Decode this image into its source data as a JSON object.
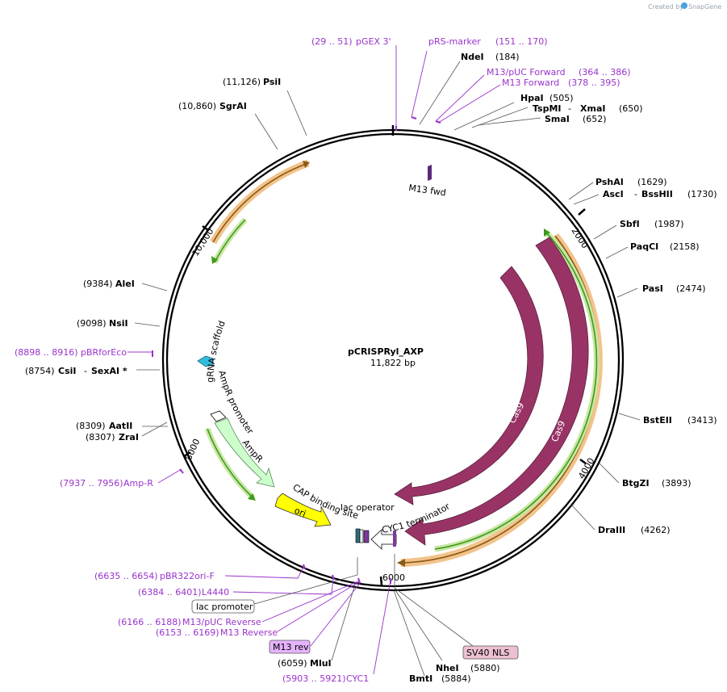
{
  "credit": {
    "prefix": "Created by",
    "brand": "SnapGene"
  },
  "plasmid": {
    "name": "pCRISPRyl_AXP",
    "size": "11,822 bp"
  },
  "ticks": [
    "10,000",
    "2000",
    "4000",
    "6000",
    "8000"
  ],
  "sites": [
    {
      "name": "NdeI",
      "pos": "(184)"
    },
    {
      "name": "HpaI",
      "pos": "(505)"
    },
    {
      "name": "TspMI",
      "name2": "XmaI",
      "pos": "(650)"
    },
    {
      "name": "SmaI",
      "pos": "(652)"
    },
    {
      "name": "PshAI",
      "pos": "(1629)"
    },
    {
      "name": "AscI",
      "name2": "BssHII",
      "pos": "(1730)"
    },
    {
      "name": "SbfI",
      "pos": "(1987)"
    },
    {
      "name": "PaqCI",
      "pos": "(2158)"
    },
    {
      "name": "PasI",
      "pos": "(2474)"
    },
    {
      "name": "BstEII",
      "pos": "(3413)"
    },
    {
      "name": "BtgZI",
      "pos": "(3893)"
    },
    {
      "name": "DraIII",
      "pos": "(4262)"
    },
    {
      "name": "NheI",
      "pos": "(5880)"
    },
    {
      "name": "BmtI",
      "pos": "(5884)"
    },
    {
      "name": "MluI",
      "pos": "(6059)"
    },
    {
      "name": "ZraI",
      "pos": "(8307)"
    },
    {
      "name": "AatII",
      "pos": "(8309)"
    },
    {
      "name": "CsiI",
      "name2": "SexAI *",
      "pos": "(8754)"
    },
    {
      "name": "NsiI",
      "pos": "(9098)"
    },
    {
      "name": "AleI",
      "pos": "(9384)"
    },
    {
      "name": "SgrAI",
      "pos": "(10,860)"
    },
    {
      "name": "PsiI",
      "pos": "(11,126)"
    }
  ],
  "primers": [
    {
      "range": "(29 .. 51)",
      "name": "pGEX 3'"
    },
    {
      "name": "pRS-marker",
      "range": "(151 .. 170)"
    },
    {
      "name": "M13/pUC Forward",
      "range": "(364 .. 386)"
    },
    {
      "name": "M13 Forward",
      "range": "(378 .. 395)"
    },
    {
      "range": "(8898 .. 8916)",
      "name": "pBRforEco"
    },
    {
      "range": "(7937 .. 7956)",
      "name": "Amp-R"
    },
    {
      "range": "(6635 .. 6654)",
      "name": "pBR322ori-F"
    },
    {
      "range": "(6384 .. 6401)",
      "name": "L4440"
    },
    {
      "range": "(6166 .. 6188)",
      "name": "M13/pUC Reverse"
    },
    {
      "range": "(6153 .. 6169)",
      "name": "M13 Reverse"
    },
    {
      "range": "(5903 .. 5921)",
      "name": "CYC1"
    }
  ],
  "boxed": [
    {
      "name": "lac promoter"
    },
    {
      "name": "M13 rev"
    },
    {
      "name": "SV40 NLS"
    }
  ],
  "features": {
    "m13fwd": "M13 fwd",
    "grna": "gRNA scaffold",
    "ampr_promoter": "AmpR promoter",
    "ampr": "AmpR",
    "cap": "CAP binding site",
    "ori": "ori",
    "lac_operator": "lac operator",
    "cyc1_term": "CYC1 terminator",
    "cas9_inner": "Cas9",
    "cas9_outer": "Cas9"
  },
  "colors": {
    "backbone": "#000000",
    "cas9": "#993366",
    "orf_orange": "#f2c38a",
    "orf_dark": "#8a5a18",
    "orf_green": "#3f9a1a",
    "ampr_fill": "#ccffcc",
    "ori_fill": "#ffff00",
    "primer": "#9933cc",
    "grna_fill": "#33bbdd",
    "boxed_purple": "#e6b3ff",
    "boxed_pink": "#ecc0d2"
  }
}
